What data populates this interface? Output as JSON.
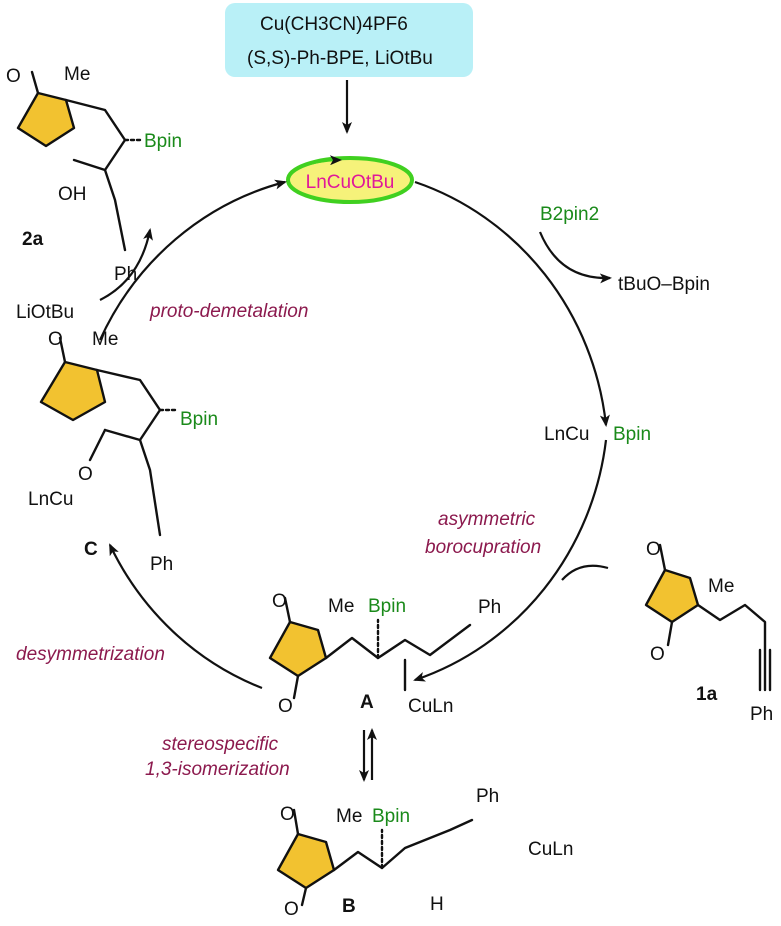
{
  "reagents": {
    "line1": "Cu(CH3CN)4PF6",
    "line2": "(S,S)-Ph-BPE, LiOtBu"
  },
  "catalyst": "LnCuOtBu",
  "labels": {
    "b2pin2": "B2pin2",
    "tbuobpin": "tBuO–Bpin",
    "lncubpin_cu": "LnCu",
    "lncubpin_b": "Bpin",
    "liotbu": "LiOtBu",
    "bpin": "Bpin",
    "me": "Me",
    "oh": "OH",
    "ph": "Ph",
    "lncu": "LnCu",
    "o": "O",
    "culn": "CuLn",
    "h": "H"
  },
  "steps": {
    "proto": "proto-demetalation",
    "asym1": "asymmetric",
    "asym2": "borocupration",
    "desym": "desymmetrization",
    "iso1": "stereospecific",
    "iso2": "1,3-isomerization"
  },
  "compounds": {
    "c2a": "2a",
    "cC": "C",
    "cA": "A",
    "cB": "B",
    "c1a": "1a"
  },
  "colors": {
    "ring_fill": "#f2c230",
    "box_fill": "#b9f0f7",
    "catalyst_fill": "#f6f27a",
    "catalyst_border": "#40d020",
    "green_text": "#1a8a1a",
    "step_text": "#8c1a4e",
    "magenta_text": "#e0189a"
  }
}
